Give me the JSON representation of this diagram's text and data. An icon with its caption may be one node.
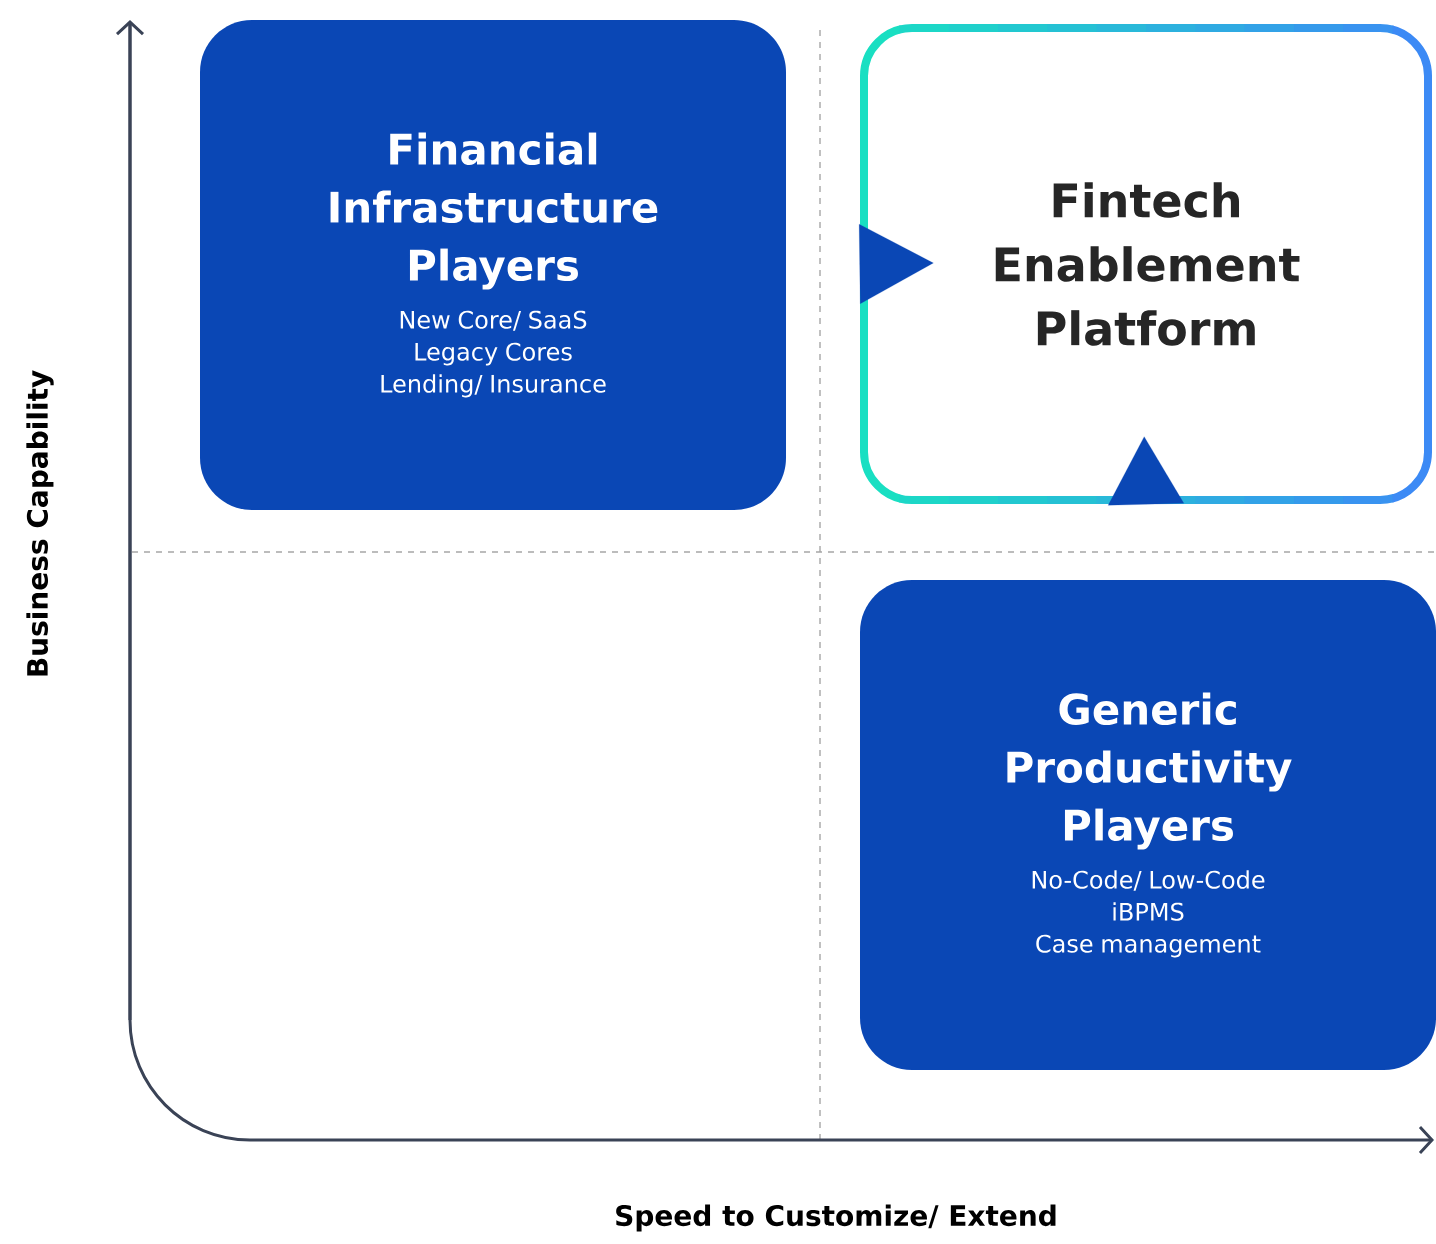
{
  "diagram": {
    "nodes": [
      {
        "text": [
          "Financial Infrastructure Players",
          "New Core/ SaaS",
          "Legacy Cores",
          "Lending/ Insurance"
        ]
      },
      {
        "text": [
          "Fintech Enablement Platform"
        ]
      },
      {
        "text": [
          "Generic Productivity Players",
          "No-Code/ Low-Code",
          "iBPMS",
          "Case management"
        ]
      }
    ],
    "edges": [
      {
        "from": 0,
        "to": 1,
        "arrow": "to"
      },
      {
        "from": 2,
        "to": 1,
        "arrow": "to"
      }
    ],
    "labels": [
      "Business Capability",
      "Speed to Customize/ Extend"
    ]
  }
}
